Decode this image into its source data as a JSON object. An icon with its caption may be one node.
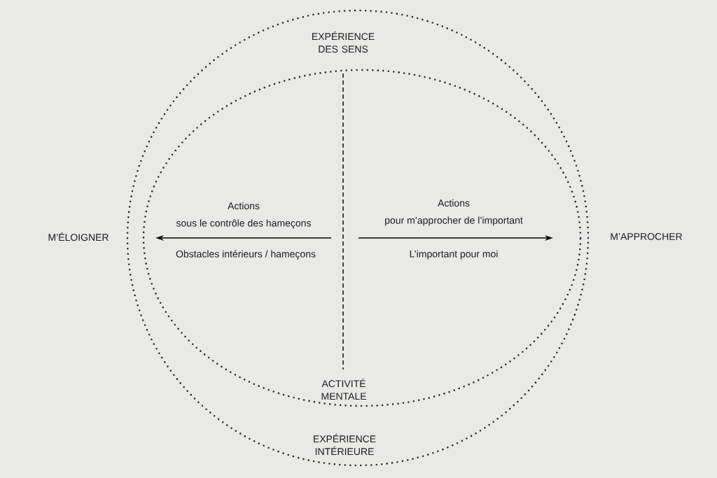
{
  "diagram": {
    "labels": [
      "EXPÉRIENCE DES SENS",
      "Actions",
      "sous le contrôle des hameçons",
      "Actions",
      "pour m’approcher de l’important",
      "M’ÉLOIGNER",
      "M’APPROCHER",
      "Obstacles intérieurs / hameçons",
      "L’important pour moi",
      "ACTIVITÉ MENTALE",
      "EXPÉRIENCE INTÉRIEURE"
    ]
  }
}
